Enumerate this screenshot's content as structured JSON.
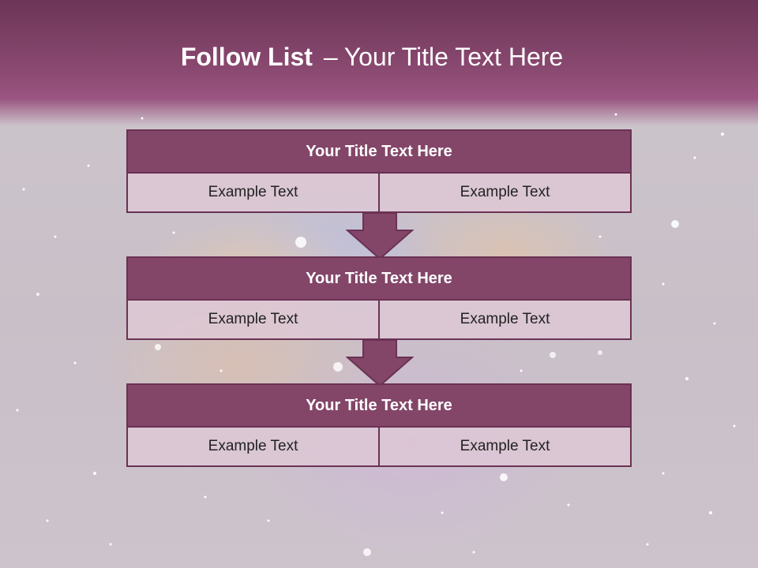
{
  "slide": {
    "title_bold": "Follow List",
    "title_dash": "–",
    "title_rest": "Your Title Text Here"
  },
  "steps": [
    {
      "title": "Your Title Text Here",
      "left": "Example Text",
      "right": "Example Text"
    },
    {
      "title": "Your Title Text Here",
      "left": "Example Text",
      "right": "Example Text"
    },
    {
      "title": "Your Title Text Here",
      "left": "Example Text",
      "right": "Example Text"
    }
  ],
  "colors": {
    "header": "#834668",
    "border": "#6a3254",
    "cell": "#dec8d6",
    "arrow": "#834668"
  }
}
